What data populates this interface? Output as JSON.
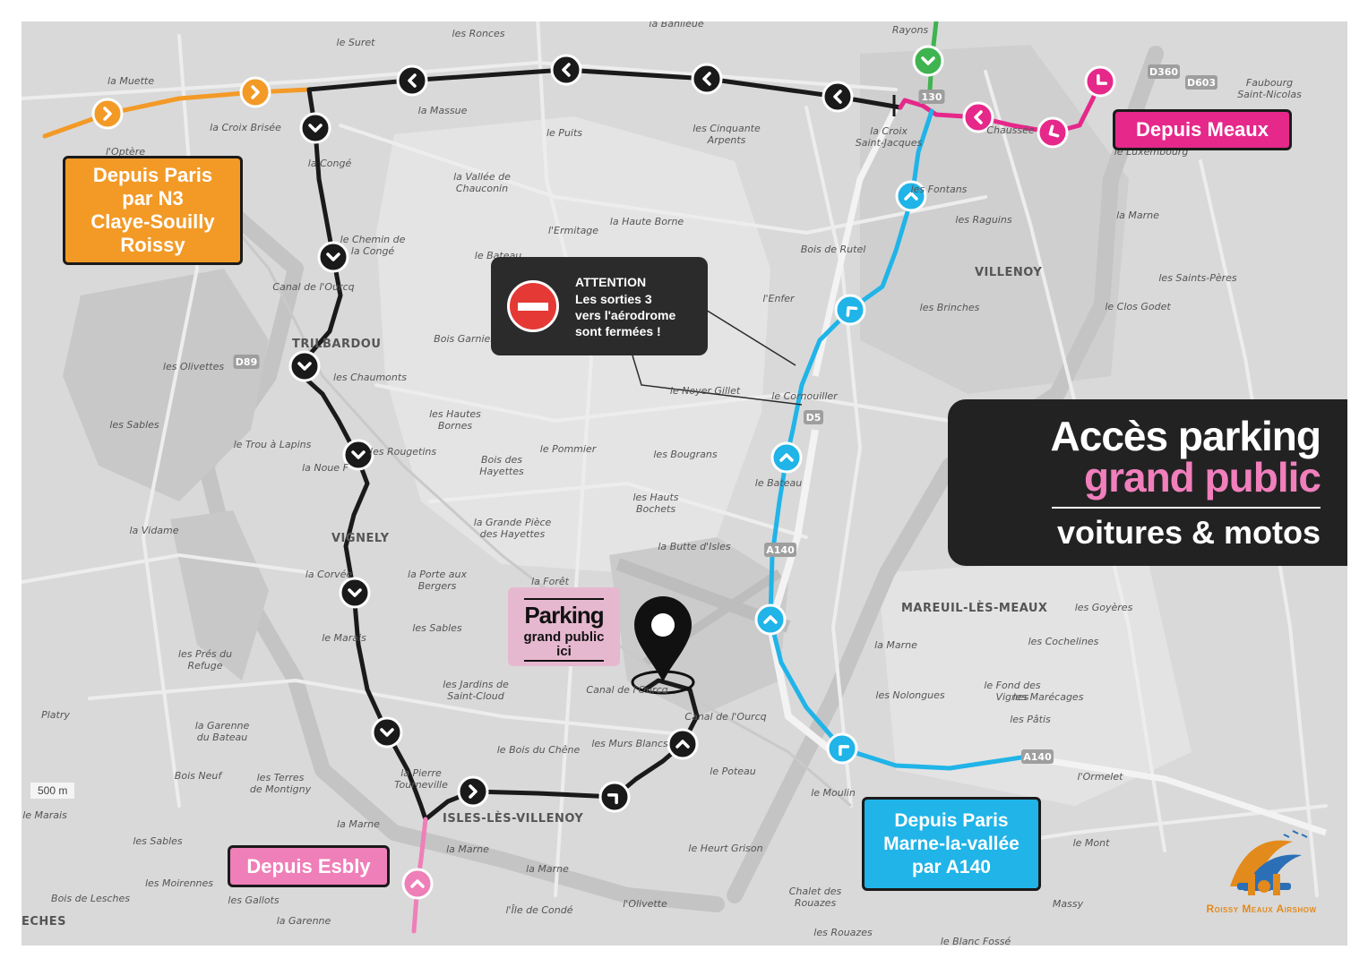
{
  "title": {
    "line1": "Accès parking",
    "line2": "grand public",
    "line3": "voitures & motos"
  },
  "attention": {
    "title": "ATTENTION",
    "message": "Les sorties 3\nvers l'aérodrome\nsont fermées !",
    "icon": "no-entry-icon"
  },
  "origins": {
    "paris_n3": "Depuis Paris\npar N3\nClaye-Souilly\nRoissy",
    "meaux": "Depuis Meaux",
    "esbly": "Depuis Esbly",
    "paris_a140": "Depuis Paris\nMarne-la-vallée\npar A140"
  },
  "parking": {
    "line1": "Parking",
    "line2": "grand public",
    "line3": "ici",
    "icon": "map-pin-icon"
  },
  "scale": "500 m",
  "logo": "Roissy Meaux Airshow",
  "road_labels": [
    "A140",
    "A140",
    "D5",
    "D603",
    "D360",
    "D89",
    "130"
  ],
  "towns": [
    {
      "id": "villenoy",
      "name": "VILLENOY"
    },
    {
      "id": "trilbardou",
      "name": "TRILBARDOU"
    },
    {
      "id": "vignely",
      "name": "VIGNELY"
    },
    {
      "id": "mareuil",
      "name": "MAREUIL-LÈS-MEAUX"
    },
    {
      "id": "isles",
      "name": "ISLES-LÈS-VILLENOY"
    },
    {
      "id": "esches",
      "name": "ECHES"
    }
  ],
  "places": [
    {
      "id": "p1",
      "name": "la Muette"
    },
    {
      "id": "p2",
      "name": "le Suret"
    },
    {
      "id": "p3",
      "name": "les Ronces"
    },
    {
      "id": "p4",
      "name": "la Banlieue"
    },
    {
      "id": "p5",
      "name": "Rayons"
    },
    {
      "id": "p6",
      "name": "la Massue"
    },
    {
      "id": "p7",
      "name": "la Croix Brisée"
    },
    {
      "id": "p8",
      "name": "le Puits"
    },
    {
      "id": "p9",
      "name": "les Cinquante\nArpents"
    },
    {
      "id": "p10",
      "name": "la Croix\nSaint-Jacques"
    },
    {
      "id": "p11",
      "name": "Faubourg\nSaint-Nicolas"
    },
    {
      "id": "p12",
      "name": "la Vallée de\nChauconin"
    },
    {
      "id": "p13",
      "name": "la Congé"
    },
    {
      "id": "p14",
      "name": "les Fontans"
    },
    {
      "id": "p15",
      "name": "le Chemin de\nla Congé"
    },
    {
      "id": "p16",
      "name": "la Haute Borne"
    },
    {
      "id": "p17",
      "name": "l'Ermitage"
    },
    {
      "id": "p18",
      "name": "le Bateau"
    },
    {
      "id": "p19",
      "name": "les Raguins"
    },
    {
      "id": "p20",
      "name": "Bois de Rutel"
    },
    {
      "id": "p21",
      "name": "les Saints-Pères"
    },
    {
      "id": "p22",
      "name": "l'Enfer"
    },
    {
      "id": "p23",
      "name": "les Brinches"
    },
    {
      "id": "p24",
      "name": "le Clos Godet"
    },
    {
      "id": "p25",
      "name": "Bois Garnier"
    },
    {
      "id": "p26",
      "name": "les Olivettes"
    },
    {
      "id": "p27",
      "name": "les Chaumonts"
    },
    {
      "id": "p28",
      "name": "le Noyer Gillet"
    },
    {
      "id": "p29",
      "name": "le Cornouiller"
    },
    {
      "id": "p30",
      "name": "les Hautes\nBornes"
    },
    {
      "id": "p31",
      "name": "les Sables"
    },
    {
      "id": "p32",
      "name": "le Trou à Lapins"
    },
    {
      "id": "p33",
      "name": "les Rougetins"
    },
    {
      "id": "p34",
      "name": "Bois des\nHayettes"
    },
    {
      "id": "p35",
      "name": "le Pommier"
    },
    {
      "id": "p36",
      "name": "les Bougrans"
    },
    {
      "id": "p37",
      "name": "la Noue F"
    },
    {
      "id": "p38",
      "name": "les Hauts\nBochets"
    },
    {
      "id": "p39",
      "name": "le Bateau"
    },
    {
      "id": "p40",
      "name": "la Grande Pièce\ndes Hayettes"
    },
    {
      "id": "p41",
      "name": "la Vidame"
    },
    {
      "id": "p42",
      "name": "la Butte d'Isles"
    },
    {
      "id": "p43",
      "name": "la Corvée"
    },
    {
      "id": "p44",
      "name": "la Porte aux\nBergers"
    },
    {
      "id": "p45",
      "name": "la Forêt"
    },
    {
      "id": "p46",
      "name": "les Goyères"
    },
    {
      "id": "p47",
      "name": "les Sables"
    },
    {
      "id": "p48",
      "name": "les Prés du\nRefuge"
    },
    {
      "id": "p49",
      "name": "le Marais"
    },
    {
      "id": "p50",
      "name": "les Cochelines"
    },
    {
      "id": "p51",
      "name": "les Jardins de\nSaint-Cloud"
    },
    {
      "id": "p52",
      "name": "le Fond des\nVignes"
    },
    {
      "id": "p53",
      "name": "les Nolongues"
    },
    {
      "id": "p54",
      "name": "les Marécages"
    },
    {
      "id": "p55",
      "name": "Platry"
    },
    {
      "id": "p56",
      "name": "la Garenne\ndu Bateau"
    },
    {
      "id": "p57",
      "name": "les Pâtis"
    },
    {
      "id": "p58",
      "name": "le Bois du Chêne"
    },
    {
      "id": "p59",
      "name": "les Murs Blancs"
    },
    {
      "id": "p60",
      "name": "Bois Neuf"
    },
    {
      "id": "p61",
      "name": "les Terres\nde Montigny"
    },
    {
      "id": "p62",
      "name": "la Pierre\nTourneville"
    },
    {
      "id": "p63",
      "name": "le Poteau"
    },
    {
      "id": "p64",
      "name": "l'Ormelet"
    },
    {
      "id": "p65",
      "name": "le Moulin"
    },
    {
      "id": "p66",
      "name": "le Heurt Grison"
    },
    {
      "id": "p67",
      "name": "les Sables"
    },
    {
      "id": "p68",
      "name": "les Moirennes"
    },
    {
      "id": "p69",
      "name": "le Mont"
    },
    {
      "id": "p70",
      "name": "Bois de Lesches"
    },
    {
      "id": "p71",
      "name": "les Gallots"
    },
    {
      "id": "p72",
      "name": "la Garenne"
    },
    {
      "id": "p73",
      "name": "l'Île de Condé"
    },
    {
      "id": "p74",
      "name": "l'Olivette"
    },
    {
      "id": "p75",
      "name": "Chalet des\nRouazes"
    },
    {
      "id": "p76",
      "name": "Massy"
    },
    {
      "id": "p77",
      "name": "les Rouazes"
    },
    {
      "id": "p78",
      "name": "le Blanc Fossé"
    },
    {
      "id": "p79",
      "name": "le Marais"
    },
    {
      "id": "p80",
      "name": "la Marne"
    },
    {
      "id": "p81",
      "name": "la Marne"
    },
    {
      "id": "p82",
      "name": "la Marne"
    },
    {
      "id": "p83",
      "name": "la Marne"
    },
    {
      "id": "p84",
      "name": "la Marne"
    },
    {
      "id": "p85",
      "name": "Canal de l'Ourcq"
    },
    {
      "id": "p86",
      "name": "Canal de l'Ourcq"
    },
    {
      "id": "p87",
      "name": "Canal de l'Ourcq"
    },
    {
      "id": "p88",
      "name": "le Luxembourg"
    },
    {
      "id": "p89",
      "name": "l'Optère"
    },
    {
      "id": "p90",
      "name": "Chaussée"
    }
  ],
  "colors": {
    "black_route": "#1a1a1a",
    "orange_route": "#f39a26",
    "pink_route": "#e5288a",
    "light_pink_route": "#ef7fb8",
    "blue_route": "#20b4e8",
    "green_route": "#3fb34f",
    "map_background": "#d9d9d9"
  }
}
